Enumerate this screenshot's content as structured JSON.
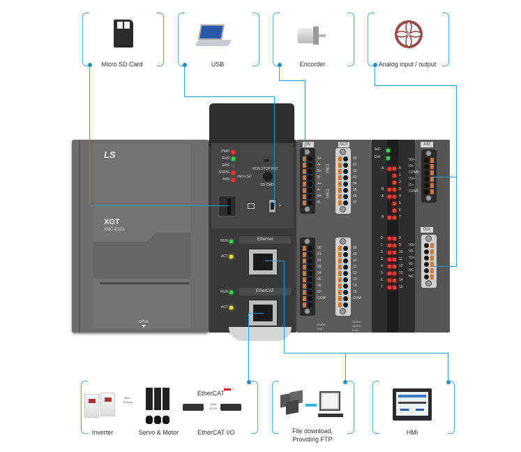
{
  "title": "XGT XMC-E32A system configuration",
  "colors": {
    "wire": "#2b9ccc",
    "led_red": "#ff3a30",
    "led_green": "#3dd34a",
    "led_yellow": "#f2e24a",
    "module_body": "#6e6e6e"
  },
  "top_peripherals": [
    {
      "label": "Micro SD Card",
      "icon": "micro-sd-card-icon"
    },
    {
      "label": "USB",
      "icon": "laptop-icon"
    },
    {
      "label": "Encorder",
      "icon": "encoder-motor-icon"
    },
    {
      "label": "Analog input / output",
      "icon": "fan-icon"
    }
  ],
  "bottom_peripherals": [
    {
      "label": "Inverter",
      "icon": "inverter-icon"
    },
    {
      "label": "Servo & Motor",
      "icon": "servo-motor-icon"
    },
    {
      "label": "EtherCAT I/O",
      "icon": "ethercat-io-icon"
    },
    {
      "label": "File download,",
      "label2": "Providing FTP",
      "icon": "computer-icon"
    },
    {
      "label": "HMI",
      "icon": "hmi-icon"
    }
  ],
  "ethercat_logo": "EtherCAT",
  "inverter_note": [
    "Max.",
    "32 Axes"
  ],
  "io_note": [
    "Max.",
    "32 EA"
  ],
  "cpu": {
    "brand": "LS",
    "series": "XGT",
    "model": "XMC-E32A",
    "open_label": "OPEN",
    "status_leds": [
      {
        "label": "PWR",
        "state": "red"
      },
      {
        "label": "RUN",
        "state": "green"
      },
      {
        "label": "ERR",
        "state": "off"
      },
      {
        "label": "STATE",
        "state": "red"
      },
      {
        "label": "R/W",
        "state": "red"
      }
    ],
    "micro_sd_logo": "micro SD",
    "switch_label": "RUN STOP RST",
    "sd_cmd_label": "SD CMD",
    "ethernet": {
      "title": "Ethernet",
      "leds": [
        {
          "label": "RUN",
          "state": "green"
        },
        {
          "label": "ACT",
          "state": "yellow"
        }
      ]
    },
    "ethercat": {
      "title": "EtherCAT",
      "leds": [
        {
          "label": "RUN",
          "state": "green"
        },
        {
          "label": "ACT",
          "state": "yellow"
        }
      ]
    }
  },
  "io_module": {
    "in_tag": "IN",
    "out_tag": "OUT",
    "in_labels_top": [
      "A+",
      "A-",
      "B+",
      "B-",
      "A+",
      "A-",
      "B+",
      "B-"
    ],
    "enc_labels": [
      "ENC1",
      "ENC2"
    ],
    "out_labels_top": [
      "00",
      "01",
      "02",
      "03",
      "04",
      "05",
      "06",
      "07"
    ],
    "in_labels_bottom": [
      "00",
      "01",
      "02",
      "03",
      "04",
      "05",
      "06",
      "07",
      "COM"
    ],
    "in_bottom_note": [
      "24VDC",
      "7mA"
    ],
    "out_labels_bottom": [
      "08",
      "09",
      "10",
      "11",
      "12",
      "13",
      "14",
      "15",
      "COM"
    ],
    "out_bottom_note": [
      "12VDC",
      "24VDC",
      "0.5A"
    ]
  },
  "led_column": {
    "top": [
      {
        "label": "A/D",
        "state": "green"
      },
      {
        "label": "D/A",
        "state": "green"
      }
    ],
    "enc_rows": [
      {
        "tag": "A",
        "num": "0"
      },
      {
        "tag": "",
        "num": "1"
      },
      {
        "tag": "",
        "num": "2"
      },
      {
        "tag": "B",
        "num": "3"
      },
      {
        "tag": "A",
        "num": "4"
      },
      {
        "tag": "",
        "num": "5"
      },
      {
        "tag": "",
        "num": "6"
      },
      {
        "tag": "B",
        "num": "7"
      }
    ],
    "io_rows": [
      {
        "in": "0",
        "out": "8"
      },
      {
        "in": "1",
        "out": "9"
      },
      {
        "in": "2",
        "out": "10"
      },
      {
        "in": "3",
        "out": "11"
      },
      {
        "in": "4",
        "out": "12"
      },
      {
        "in": "5",
        "out": "13"
      },
      {
        "in": "6",
        "out": "14"
      },
      {
        "in": "7",
        "out": "15"
      }
    ]
  },
  "analog_module": {
    "ad_tag": "A/D",
    "ad_labels": [
      "V0+",
      "I0+",
      "COM0",
      "V1+",
      "I1+",
      "COM1"
    ],
    "da_tag": "D/A",
    "da_labels": [
      "V0+",
      "V0-",
      "V1+",
      "V1-",
      "NC",
      "NC"
    ]
  }
}
